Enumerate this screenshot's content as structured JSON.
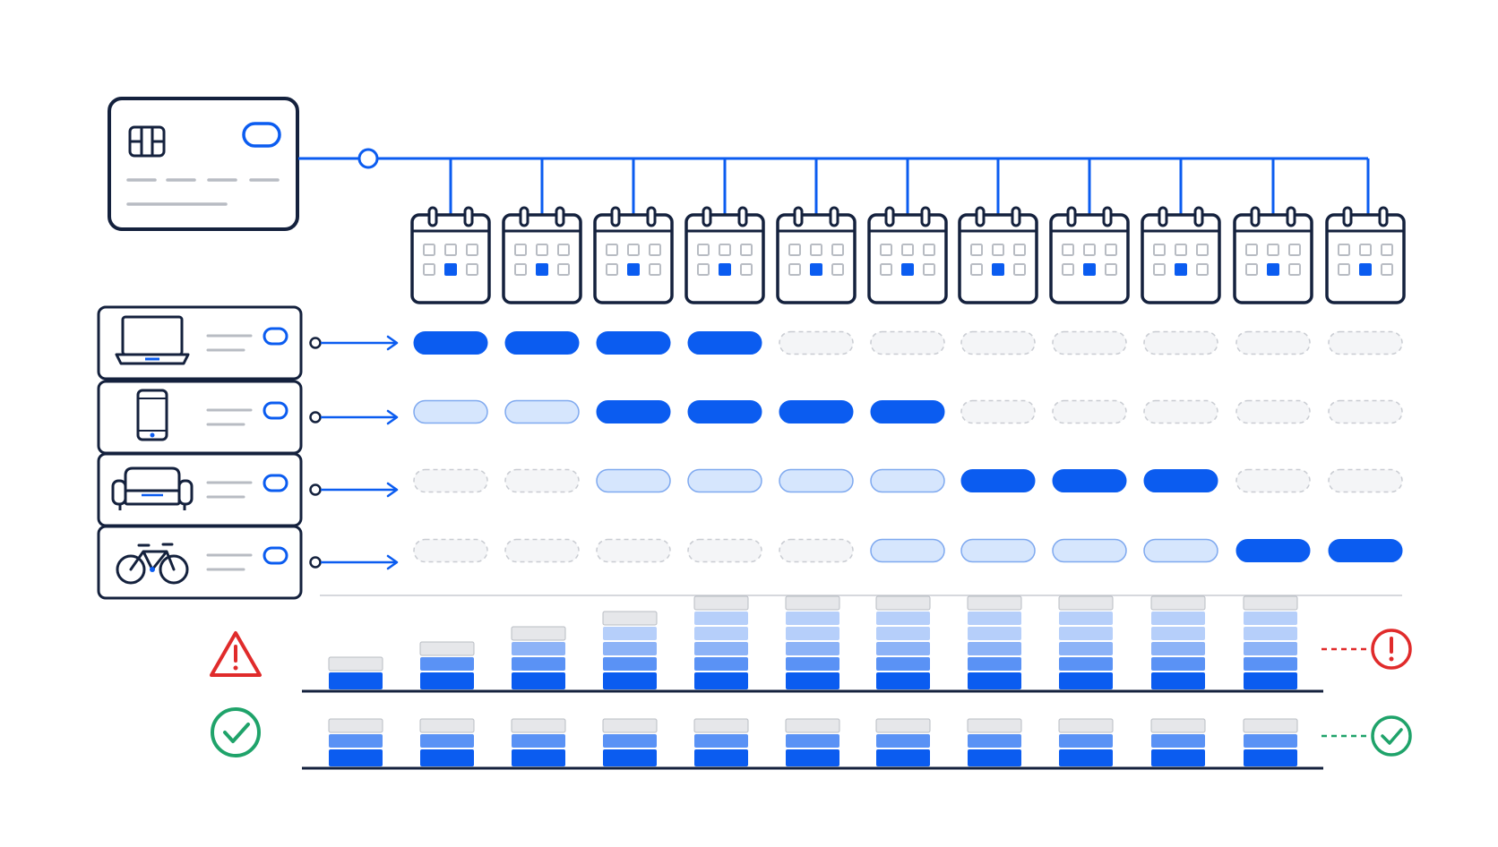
{
  "colors": {
    "ink": "#14213d",
    "blue": "#0b5cf0",
    "light_blue": "#d6e6fd",
    "light_blue_stroke": "#7fa9ef",
    "mid_blue_1": "#5a92f5",
    "mid_blue_2": "#8db3f7",
    "mid_blue_3": "#b6cffa",
    "empty_fill": "#f4f5f7",
    "empty_stroke": "#c9ccd2",
    "gray_cap": "#e6e7ea",
    "gray_line": "#b8bcc3",
    "warning_red": "#e02b2b",
    "success_green": "#1fa36a"
  },
  "card": {
    "icon": "credit-card-icon",
    "chip_icon": "card-chip-icon"
  },
  "months": {
    "count": 11,
    "icon": "calendar-icon"
  },
  "products": [
    {
      "name": "laptop",
      "icon": "laptop-icon"
    },
    {
      "name": "phone",
      "icon": "smartphone-icon"
    },
    {
      "name": "sofa",
      "icon": "sofa-icon"
    },
    {
      "name": "bicycle",
      "icon": "bicycle-icon"
    }
  ],
  "schedule": {
    "legend_states": [
      "empty",
      "pending",
      "active"
    ],
    "rows": [
      [
        "active",
        "active",
        "active",
        "active",
        "empty",
        "empty",
        "empty",
        "empty",
        "empty",
        "empty",
        "empty"
      ],
      [
        "pending",
        "pending",
        "active",
        "active",
        "active",
        "active",
        "empty",
        "empty",
        "empty",
        "empty",
        "empty"
      ],
      [
        "empty",
        "empty",
        "pending",
        "pending",
        "pending",
        "pending",
        "active",
        "active",
        "active",
        "empty",
        "empty"
      ],
      [
        "empty",
        "empty",
        "empty",
        "empty",
        "empty",
        "pending",
        "pending",
        "pending",
        "pending",
        "active",
        "active"
      ]
    ]
  },
  "stacks": {
    "overloaded": {
      "icon": "warning-triangle-icon",
      "end_icon": "alert-circle-icon",
      "layers": [
        2,
        3,
        4,
        5,
        6,
        6,
        6,
        6,
        6,
        6,
        6
      ]
    },
    "balanced": {
      "icon": "check-circle-icon",
      "end_icon": "check-circle-end-icon",
      "layers": [
        3,
        3,
        3,
        3,
        3,
        3,
        3,
        3,
        3,
        3,
        3
      ]
    }
  }
}
